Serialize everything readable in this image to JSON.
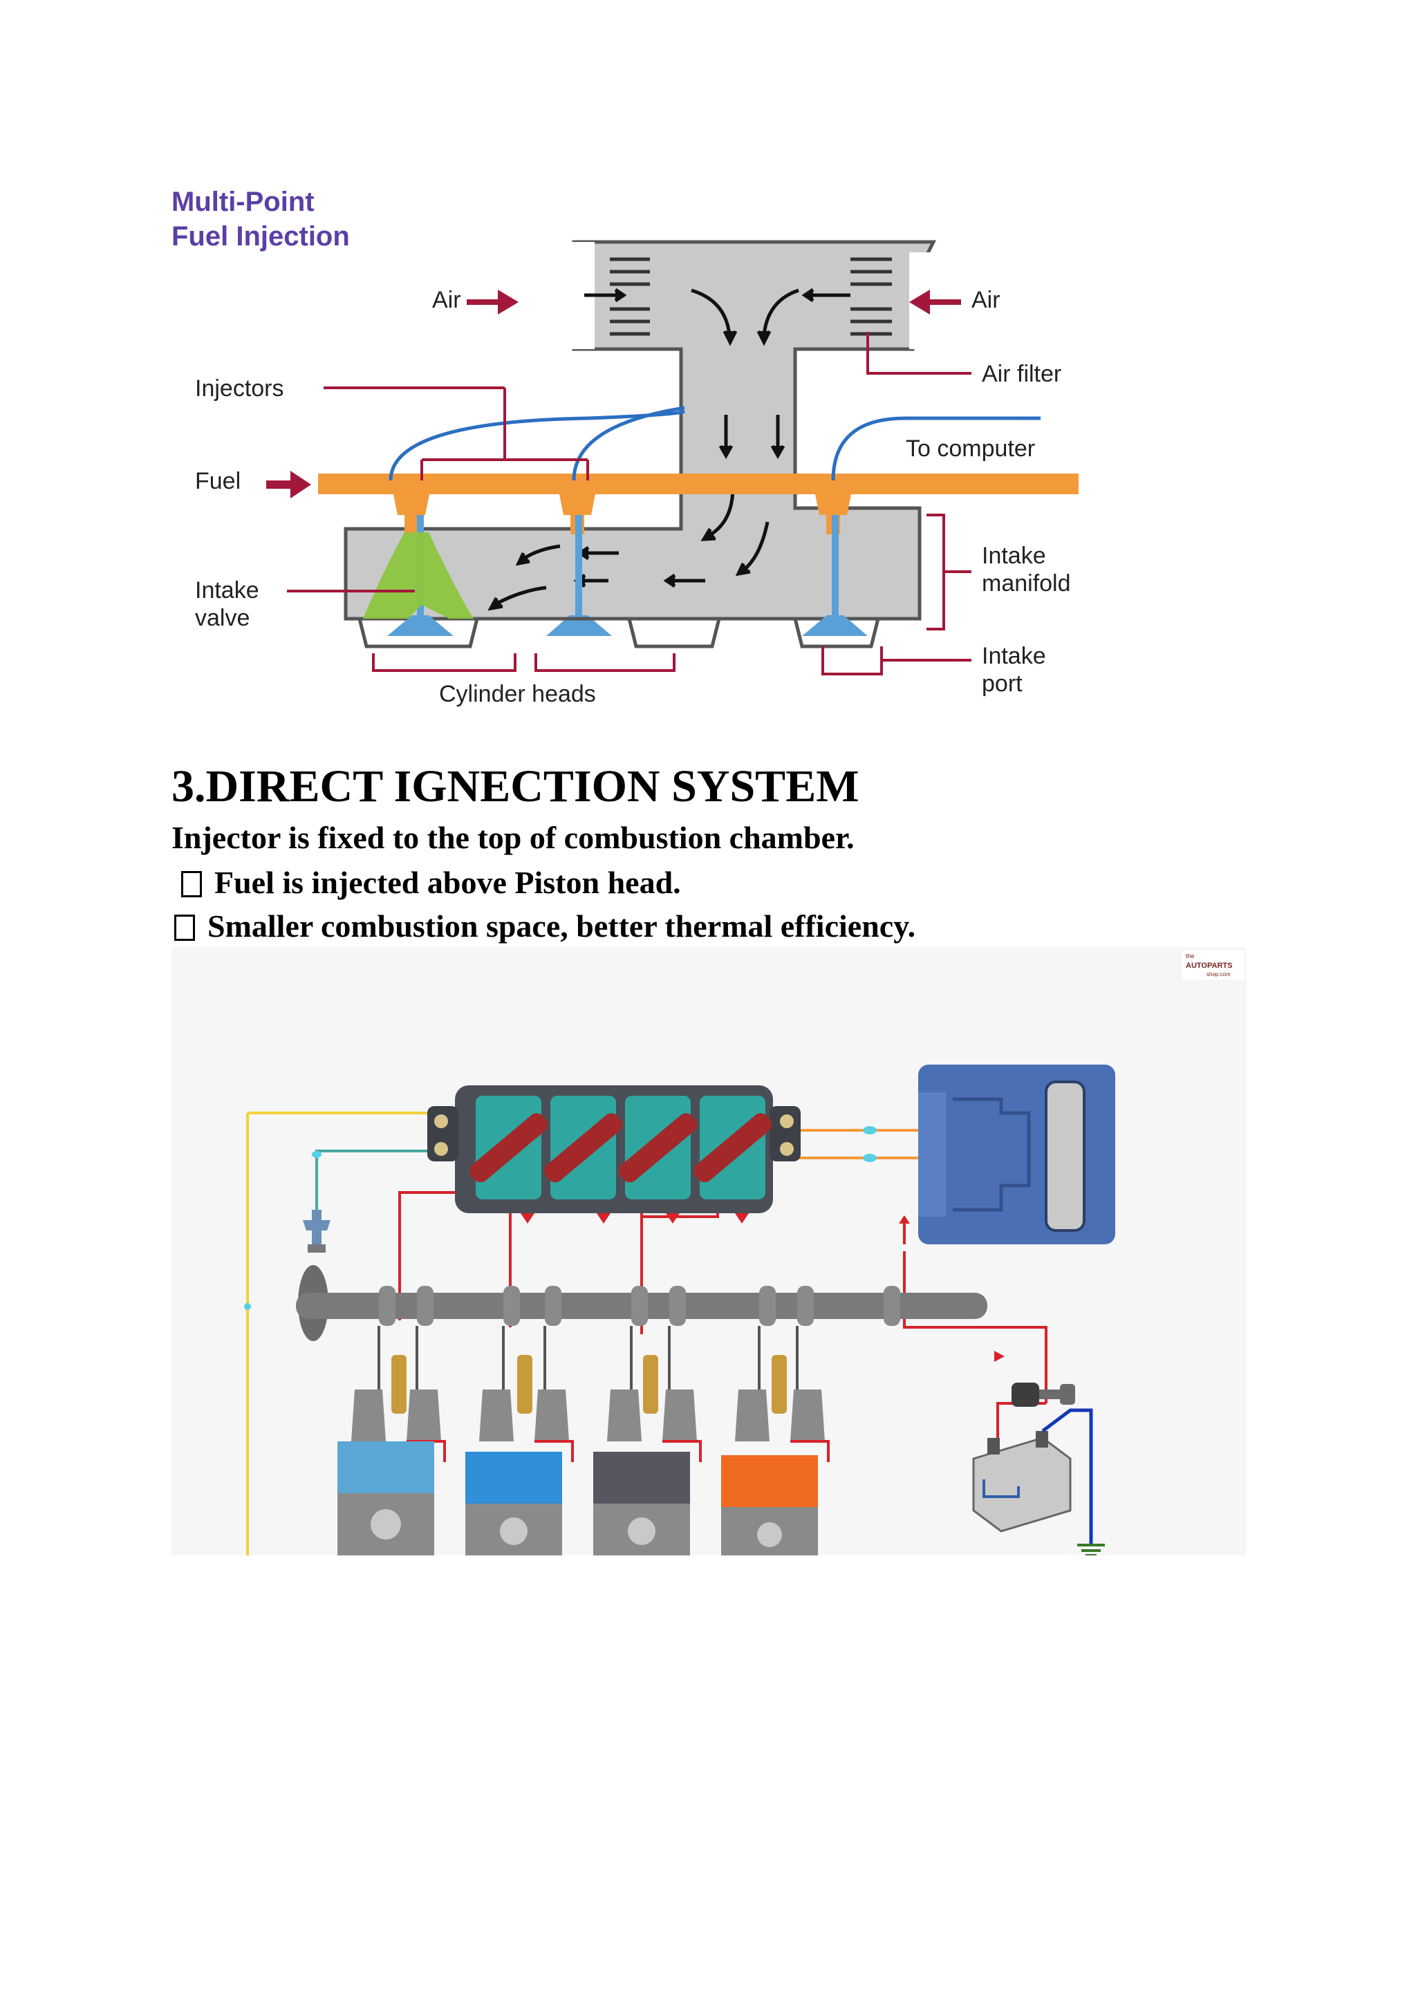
{
  "figure1": {
    "title_line1": "Multi-Point",
    "title_line2": "Fuel Injection",
    "labels": {
      "air_left": "Air",
      "air_right": "Air",
      "air_filter": "Air filter",
      "injectors": "Injectors",
      "fuel": "Fuel",
      "to_computer": "To computer",
      "intake_manifold_1": "Intake",
      "intake_manifold_2": "manifold",
      "intake_valve_1": "Intake",
      "intake_valve_2": "valve",
      "intake_port_1": "Intake",
      "intake_port_2": "port",
      "cylinder_heads": "Cylinder heads"
    },
    "colors": {
      "title": "#5b3fa6",
      "arrow_red": "#a3173a",
      "fuel_orange": "#f29a3a",
      "wire_blue": "#2b6fc2",
      "valve_blue": "#5aa0d8",
      "manifold_grey": "#c9c9c9",
      "fuel_spray_green": "#8dc63f",
      "leader_red": "#a3173a"
    }
  },
  "section": {
    "heading": "3.DIRECT IGNECTION SYSTEM",
    "line1": "Injector is fixed to the top of combustion  chamber.",
    "line2": "Fuel is injected above Piston head.",
    "line3": "Smaller combustion  space, better thermal efficiency."
  },
  "figure2": {
    "logo_line1": "the",
    "logo_line2": "AUTOPARTS",
    "logo_line3": "shop.com",
    "colors": {
      "ecu_blue": "#4a6fb5",
      "coil_block": "#4a4f57",
      "coil_teal": "#2fa7a0",
      "coil_red": "#a3282a",
      "wire_red": "#d8232a",
      "wire_yellow": "#f2d23a",
      "cyl_light_blue": "#5aa7d6",
      "cyl_blue": "#2f8fd8",
      "cyl_dark": "#55565e",
      "cyl_orange": "#f06a1f",
      "battery_grey": "#c9c9c9",
      "wire_blue_dark": "#1537b8",
      "ground_green": "#3a7a2a"
    }
  }
}
